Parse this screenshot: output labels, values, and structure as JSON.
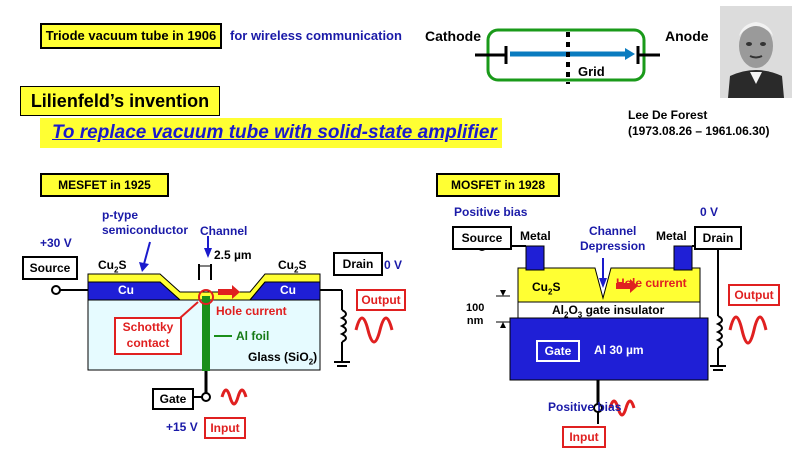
{
  "header": {
    "triode_label": "Triode vacuum tube in 1906",
    "triode_note": "for wireless communication",
    "lilienfeld_title": "Lilienfeld’s invention",
    "subtitle": "To replace vacuum tube with solid-state amplifier"
  },
  "triode": {
    "cathode": "Cathode",
    "anode": "Anode",
    "grid": "Grid"
  },
  "portrait": {
    "name": "Lee De Forest",
    "dates": "(1973.08.26 – 1961.06.30)"
  },
  "mesfet": {
    "title": "MESFET in 1925",
    "p_type": "p-type",
    "semiconductor": "semiconductor",
    "channel": "Channel",
    "width": "2.5 µm",
    "plus30": "+30 V",
    "source": "Source",
    "cu2s_left": "Cu",
    "cu2s_right": "Cu",
    "sub": "2",
    "s": "S",
    "cu_left": "Cu",
    "cu_right": "Cu",
    "drain": "Drain",
    "zero": "0 V",
    "output": "Output",
    "schottky1": "Schottky",
    "schottky2": "contact",
    "hole_current": "Hole current",
    "al_foil": "Al foil",
    "glass": "Glass (SiO",
    "glass_end": ")",
    "gate": "Gate",
    "plus15": "+15 V",
    "input": "Input"
  },
  "mosfet": {
    "title": "MOSFET in 1928",
    "positive_bias_top": "Positive bias",
    "zero": "0 V",
    "source": "Source",
    "metal_left": "Metal",
    "channel": "Channel",
    "depression": "Depression",
    "metal_right": "Metal",
    "drain": "Drain",
    "cu2s": "Cu",
    "hole_current": "Hole current",
    "output": "Output",
    "thickness_num": "100",
    "thickness_unit": "nm",
    "insulator_a": "Al",
    "insulator_b": "O",
    "insulator_c": " gate insulator",
    "sub2": "2",
    "sub3": "3",
    "gate": "Gate",
    "al_thickness": "Al 30 µm",
    "positive_bias_bottom": "Positive bias",
    "input": "Input"
  },
  "colors": {
    "yellow": "#ffff33",
    "blue": "#1f1fd6",
    "red": "#e02020",
    "green": "#1a8f1a",
    "cyan": "#e6fbff"
  }
}
